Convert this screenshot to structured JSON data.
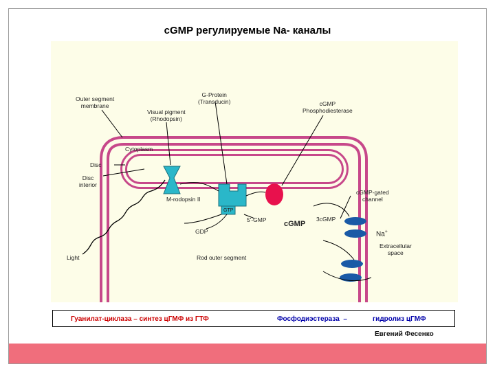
{
  "title": "cGMP регулируемые Na- каналы",
  "labels": {
    "outer_segment_membrane": "Outer segment\nmembrane",
    "g_protein": "G-Protein\n(Transducin)",
    "visual_pigment": "Visual pigment\n(Rhodopsin)",
    "cgmp_pde": "cGMP\nPhosphodiesterase",
    "cytoplasm": "Cytoplasm",
    "disc": "Disc",
    "disc_interior": "Disc\ninterior",
    "m_rodopsin": "M-rodopsin II",
    "gtp": "GTP",
    "cgmp_gated_channel": "cGMP-gated\nchannel",
    "five_gmp": "5'-GMP",
    "three_cgmp": "3cGMP",
    "cgmp_center": "cGMP",
    "gdp": "GDP",
    "na": "Na",
    "na_sup": "+",
    "extracellular_space": "Extracellular\nspace",
    "rod_outer_segment": "Rod outer segment",
    "light": "Light"
  },
  "caption": {
    "left": "Гуанилат-циклаза – синтез цГМФ из ГТФ",
    "middle": "Фосфодиэстераза  –",
    "right": "гидролиз цГМФ"
  },
  "author": "Евгений Фесенко",
  "colors": {
    "membrane": "#c7488a",
    "protein": "#2ab7c9",
    "pde": "#e8114d",
    "channel": "#1a5aa6",
    "panel": "#fdfde8",
    "band": "#f06e7c",
    "caption_red": "#cc0000",
    "caption_blue": "#0000aa"
  }
}
